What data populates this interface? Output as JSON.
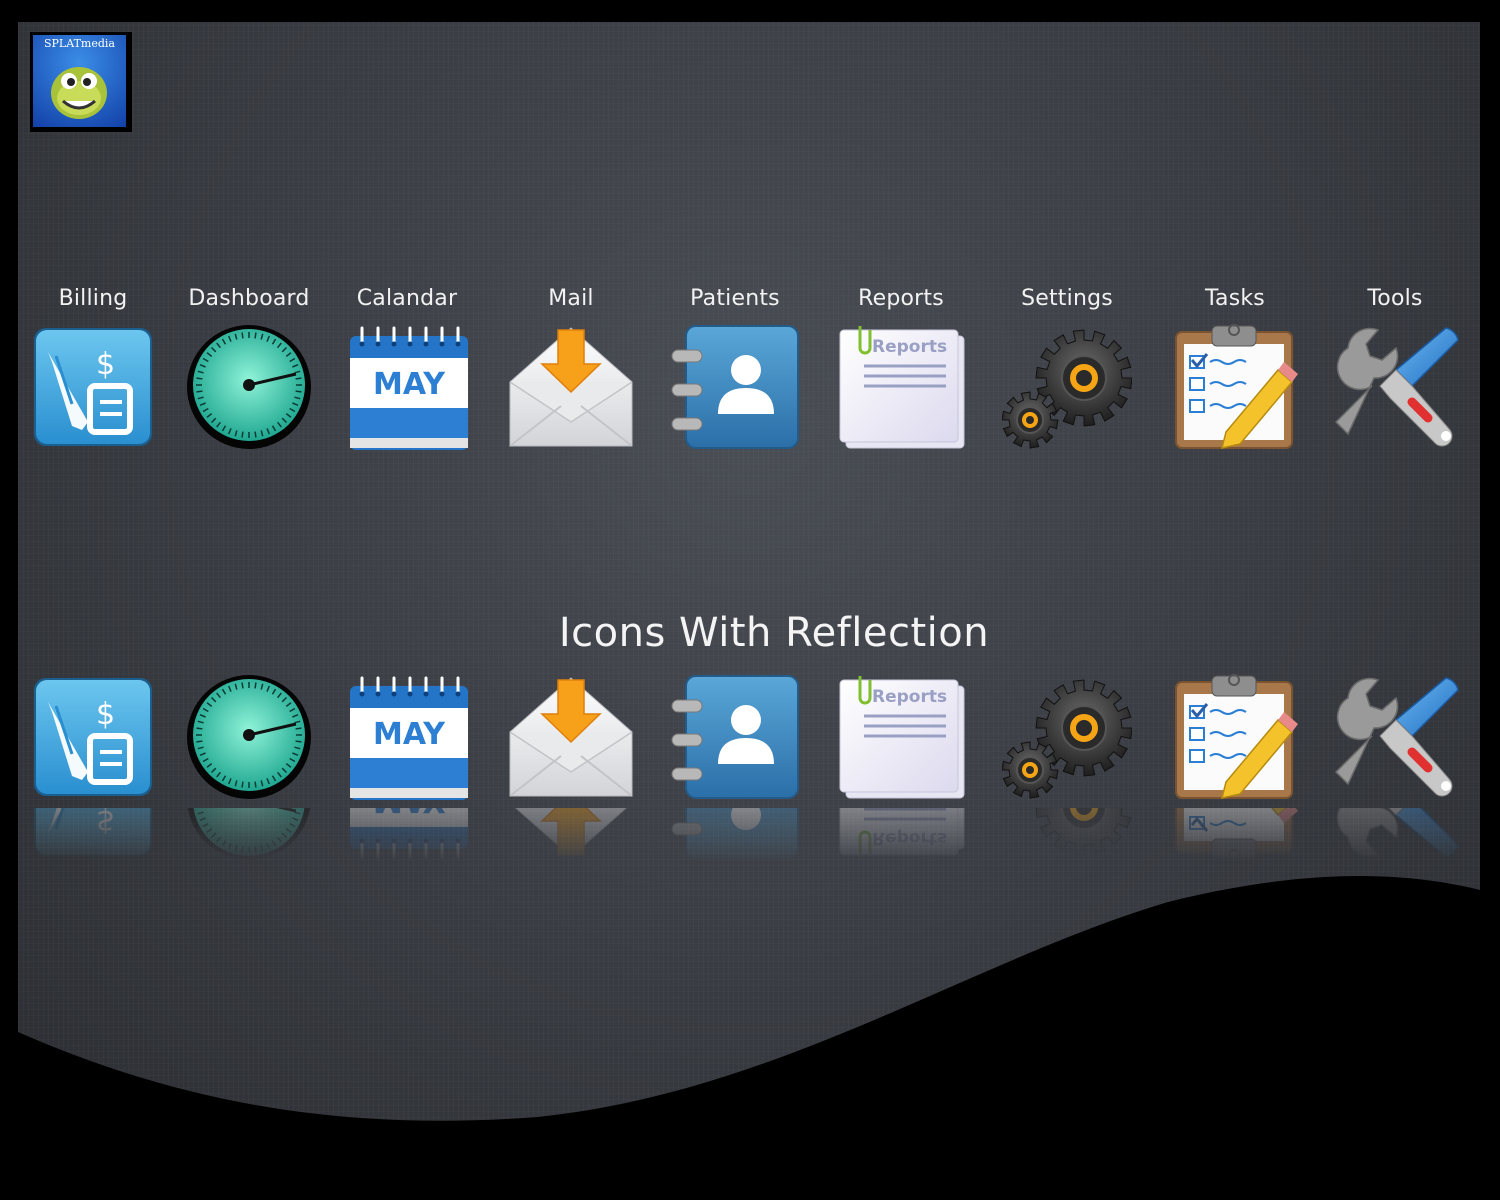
{
  "brand": {
    "logo_text": "SPLATmedia"
  },
  "section_title": "Icons With Reflection",
  "icons": [
    {
      "key": "billing",
      "label": "Billing",
      "icon": "billing-icon"
    },
    {
      "key": "dashboard",
      "label": "Dashboard",
      "icon": "dashboard-icon"
    },
    {
      "key": "calendar",
      "label": "Calandar",
      "icon": "calendar-icon",
      "badge": "MAY"
    },
    {
      "key": "mail",
      "label": "Mail",
      "icon": "mail-icon"
    },
    {
      "key": "patients",
      "label": "Patients",
      "icon": "patients-icon"
    },
    {
      "key": "reports",
      "label": "Reports",
      "icon": "reports-icon",
      "badge": "Reports"
    },
    {
      "key": "settings",
      "label": "Settings",
      "icon": "settings-icon"
    },
    {
      "key": "tasks",
      "label": "Tasks",
      "icon": "tasks-icon"
    },
    {
      "key": "tools",
      "label": "Tools",
      "icon": "tools-icon"
    }
  ],
  "colors": {
    "background": "#000000",
    "panel": "#3a3d42",
    "label": "#f2f2f2"
  }
}
